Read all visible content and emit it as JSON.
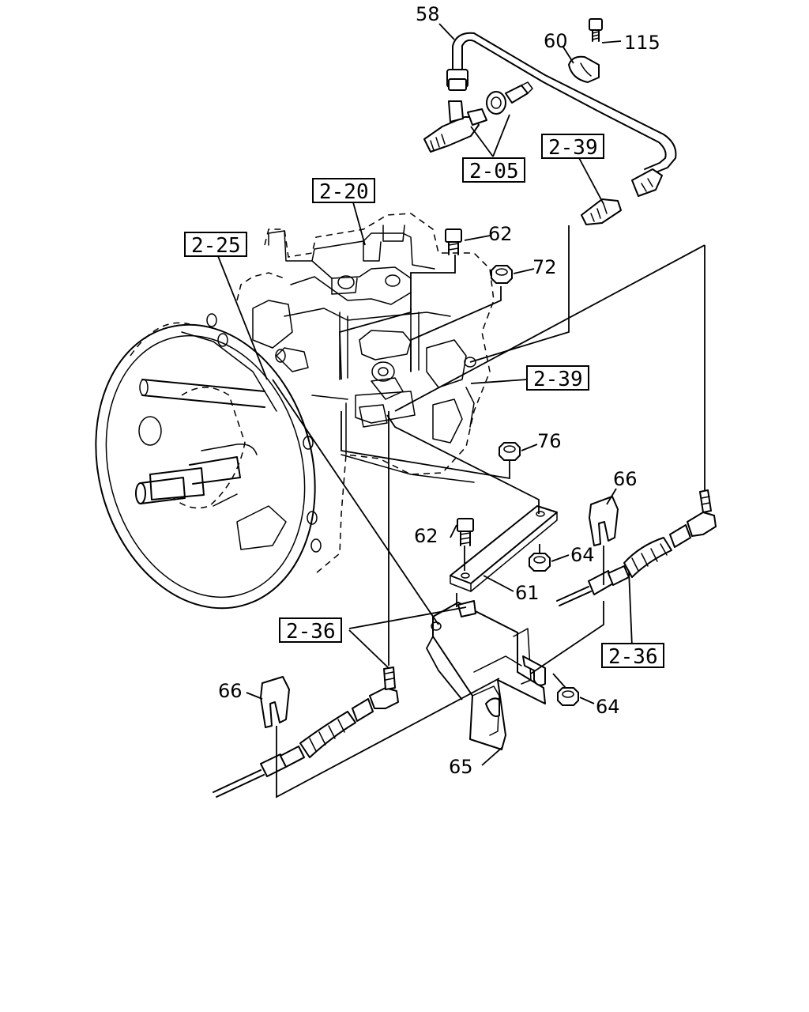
{
  "callouts": {
    "c58": "58",
    "c60": "60",
    "c115": "115",
    "c62a": "62",
    "c72": "72",
    "c76": "76",
    "c66a": "66",
    "c62b": "62",
    "c64a": "64",
    "c61": "61",
    "c66b": "66",
    "c64b": "64",
    "c65": "65"
  },
  "refs": {
    "r205": "2-05",
    "r239a": "2-39",
    "r220": "2-20",
    "r225": "2-25",
    "r239b": "2-39",
    "r236a": "2-36",
    "r236b": "2-36"
  }
}
